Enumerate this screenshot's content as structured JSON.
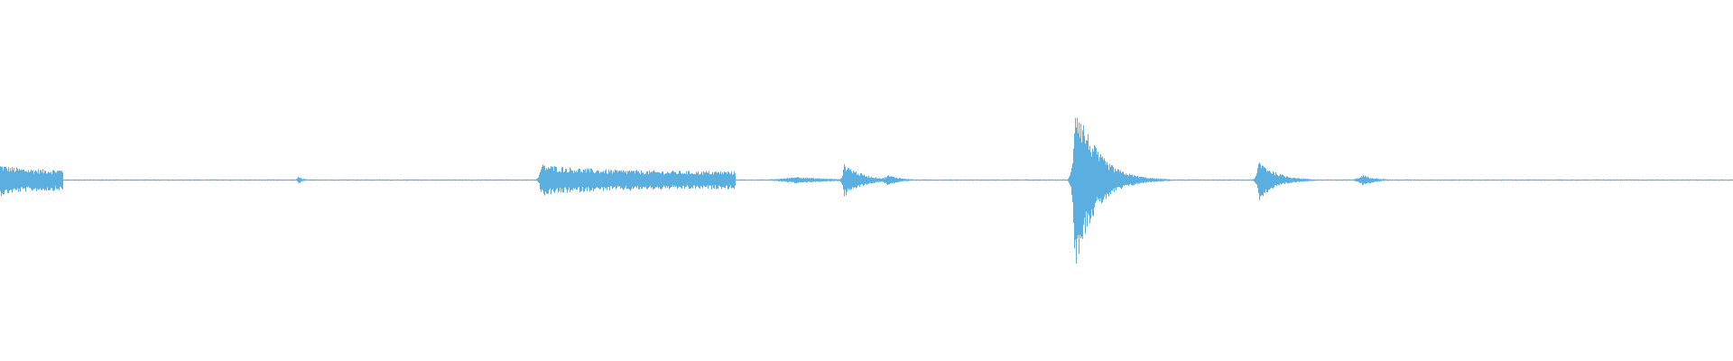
{
  "waveform": {
    "color": "#5aaee0",
    "background": "#ffffff",
    "baseline_amplitude": 0.004,
    "bursts": [
      {
        "time": 0.0,
        "peak": 0.09,
        "attack": 0.0,
        "decay": 0.009,
        "floor": 0.06
      },
      {
        "time": 0.172,
        "peak": 0.02,
        "attack": 0.001,
        "decay": 0.003,
        "floor": 0.0
      },
      {
        "time": 0.312,
        "peak": 0.09,
        "attack": 0.001,
        "decay": 0.028,
        "floor": 0.05
      },
      {
        "time": 0.363,
        "peak": 0.07,
        "attack": 0.001,
        "decay": 0.005,
        "floor": 0.0
      },
      {
        "time": 0.388,
        "peak": 0.05,
        "attack": 0.001,
        "decay": 0.006,
        "floor": 0.0
      },
      {
        "time": 0.459,
        "peak": 0.02,
        "attack": 0.01,
        "decay": 0.02,
        "floor": 0.0
      },
      {
        "time": 0.487,
        "peak": 0.1,
        "attack": 0.001,
        "decay": 0.01,
        "floor": 0.0
      },
      {
        "time": 0.512,
        "peak": 0.03,
        "attack": 0.003,
        "decay": 0.008,
        "floor": 0.0
      },
      {
        "time": 0.62,
        "peak": 0.5,
        "attack": 0.001,
        "decay": 0.012,
        "floor": 0.0
      },
      {
        "time": 0.726,
        "peak": 0.12,
        "attack": 0.001,
        "decay": 0.01,
        "floor": 0.0
      },
      {
        "time": 0.786,
        "peak": 0.03,
        "attack": 0.003,
        "decay": 0.008,
        "floor": 0.0
      }
    ]
  }
}
